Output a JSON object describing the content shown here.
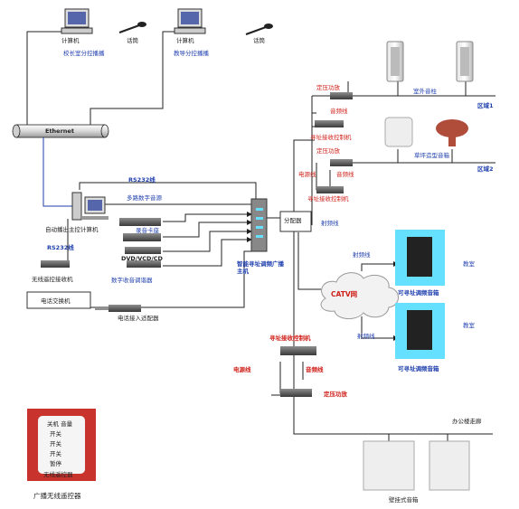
{
  "top": {
    "pc1_label": "计算机",
    "mic1_label": "话筒",
    "pc1_caption": "校长室分控播播",
    "pc2_label": "计算机",
    "mic2_label": "话筒",
    "pc2_caption": "教导分控播播"
  },
  "backbone": {
    "label": "Ethernet"
  },
  "left": {
    "rs232_top": "RS232线",
    "multi_audio": "多路数字音源",
    "pc_caption": "自动播出主控计算机",
    "rs232_bottom": "RS232线",
    "receiver_caption": "无线遥控接收机",
    "sources": [
      "录音卡座",
      "DVD/VCD/CD",
      "数字收音调谐器"
    ],
    "phone_box": "电话交换机",
    "phone_adapter": "电话接入适配器",
    "host_caption": "智能寻址调频广播主机"
  },
  "right_upper": {
    "amp1": "定压功放",
    "audio_line1": "音频线",
    "ctrl1": "寻址接收控制机",
    "outdoor_spk": "室外音柱",
    "zone1": "区域1",
    "amp2": "定压功放",
    "power_line": "电源线",
    "audio_line2": "音频线",
    "ctrl2": "寻址接收控制机",
    "horn_spk": "草坪造型音箱",
    "zone2": "区域2",
    "splitter": "分配器",
    "rf_line1": "射频线"
  },
  "right_mid": {
    "catv": "CATV网",
    "rf_line2": "射频线",
    "classroom1": "教室",
    "addr_spk1": "可寻址调频音箱",
    "rf_line3": "射频线",
    "classroom2": "教室",
    "addr_spk2": "可寻址调频音箱"
  },
  "right_lower": {
    "ctrl3": "寻址接收控制机",
    "power_line": "电源线",
    "audio_line": "音频线",
    "amp3": "定压功放",
    "office_bldg": "办公楼走廊",
    "wall_spk": "壁挂式音箱"
  },
  "remote": {
    "caption": "广播无线遥控器",
    "buttons": [
      "关机 音量",
      "开关",
      "开关",
      "开关",
      "暂停"
    ],
    "bottom": "无线遥控器"
  },
  "colors": {
    "wire_black": "#222222",
    "wire_blue": "#1f3fae",
    "label_blue": "#1f3fae",
    "label_red": "#d0201a",
    "remote_bg": "#c8332e",
    "cloud": "#f2f2f2",
    "panel_teal": "#66e0ff"
  }
}
